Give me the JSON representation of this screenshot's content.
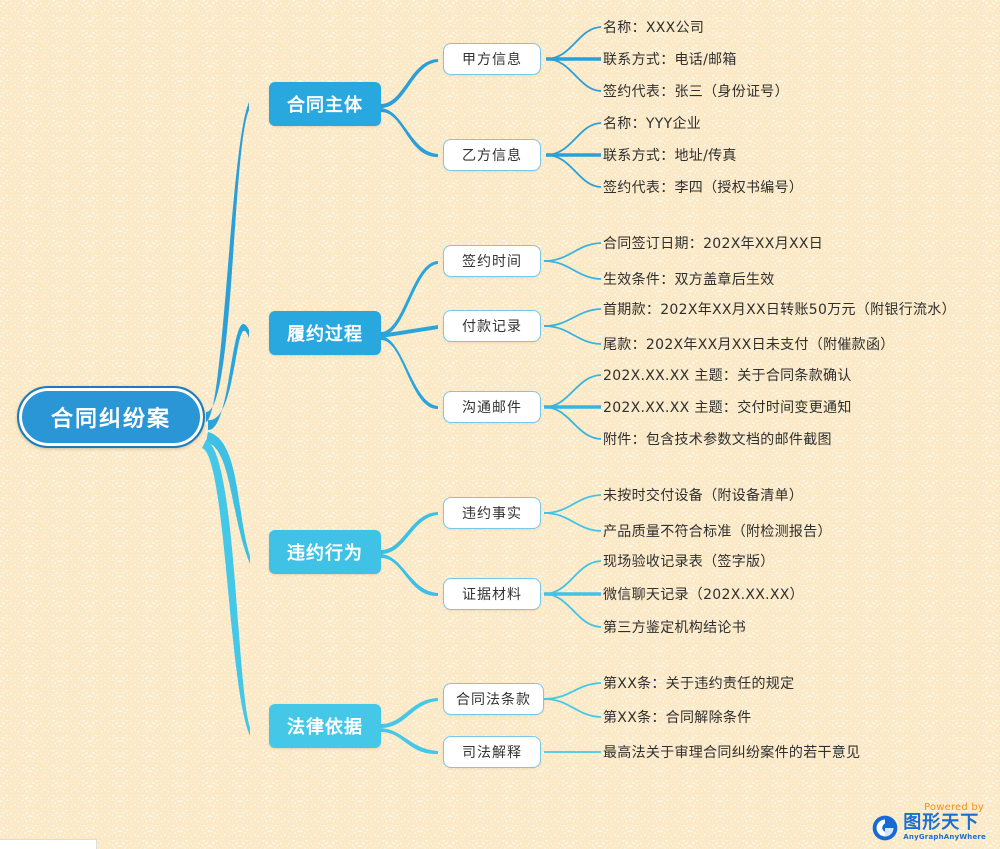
{
  "meta": {
    "title": "合同纠纷案",
    "colors": {
      "root_fill": "#2b96d6",
      "branch_blue": "#29a8df",
      "branch_cyan": "#45c8e8",
      "leaf_text": "#2f2f2f",
      "node_border": "#79c7ea",
      "background": "#fdf5e4",
      "pattern": "#fdecd0"
    }
  },
  "root": {
    "label": "合同纠纷案"
  },
  "branches": [
    {
      "label": "合同主体",
      "color": "#29a8df",
      "children": [
        {
          "label": "甲方信息",
          "leaves": [
            "名称：XXX公司",
            "联系方式：电话/邮箱",
            "签约代表：张三（身份证号）"
          ]
        },
        {
          "label": "乙方信息",
          "leaves": [
            "名称：YYY企业",
            "联系方式：地址/传真",
            "签约代表：李四（授权书编号）"
          ]
        }
      ]
    },
    {
      "label": "履约过程",
      "color": "#29a8df",
      "children": [
        {
          "label": "签约时间",
          "leaves": [
            "合同签订日期：202X年XX月XX日",
            "生效条件：双方盖章后生效"
          ]
        },
        {
          "label": "付款记录",
          "leaves": [
            "首期款：202X年XX月XX日转账50万元（附银行流水）",
            "尾款：202X年XX月XX日未支付（附催款函）"
          ]
        },
        {
          "label": "沟通邮件",
          "leaves": [
            "202X.XX.XX 主题：关于合同条款确认",
            "202X.XX.XX 主题：交付时间变更通知",
            "附件：包含技术参数文档的邮件截图"
          ]
        }
      ]
    },
    {
      "label": "违约行为",
      "color": "#3fc2e6",
      "children": [
        {
          "label": "违约事实",
          "leaves": [
            "未按时交付设备（附设备清单）",
            "产品质量不符合标准（附检测报告）"
          ]
        },
        {
          "label": "证据材料",
          "leaves": [
            "现场验收记录表（签字版）",
            "微信聊天记录（202X.XX.XX）",
            "第三方鉴定机构结论书"
          ]
        }
      ]
    },
    {
      "label": "法律依据",
      "color": "#45c8e8",
      "children": [
        {
          "label": "合同法条款",
          "leaves": [
            "第XX条：关于违约责任的规定",
            "第XX条：合同解除条件"
          ]
        },
        {
          "label": "司法解释",
          "leaves": [
            "最高法关于审理合同纠纷案件的若干意见"
          ]
        }
      ]
    }
  ],
  "watermark": {
    "powered_by": "Powered by",
    "brand_cn": "图形天下",
    "brand_en": "AnyGraphAnyWhere",
    "logo_letter": "G"
  }
}
